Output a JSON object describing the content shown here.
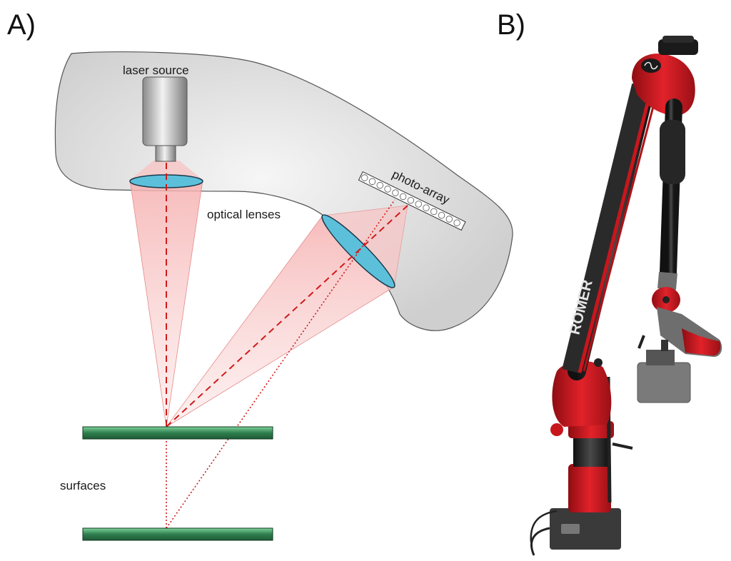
{
  "panels": {
    "a": "A)",
    "b": "B)"
  },
  "labels": {
    "laser_source": "laser source",
    "optical_lenses": "optical lenses",
    "photo_array": "photo-array",
    "surfaces": "surfaces"
  },
  "device": {
    "brand": "ROMER"
  },
  "colors": {
    "housing": "#d7d7d7",
    "beam": "#f7b9b9",
    "beam_line": "#d11a1a",
    "lens": "#5cc0db",
    "surface": "#2f7f4f",
    "arm_red": "#c8161d",
    "arm_dark": "#2a2a2a",
    "arm_gray": "#6e6e6e"
  },
  "photo_array": {
    "cells": 13
  }
}
